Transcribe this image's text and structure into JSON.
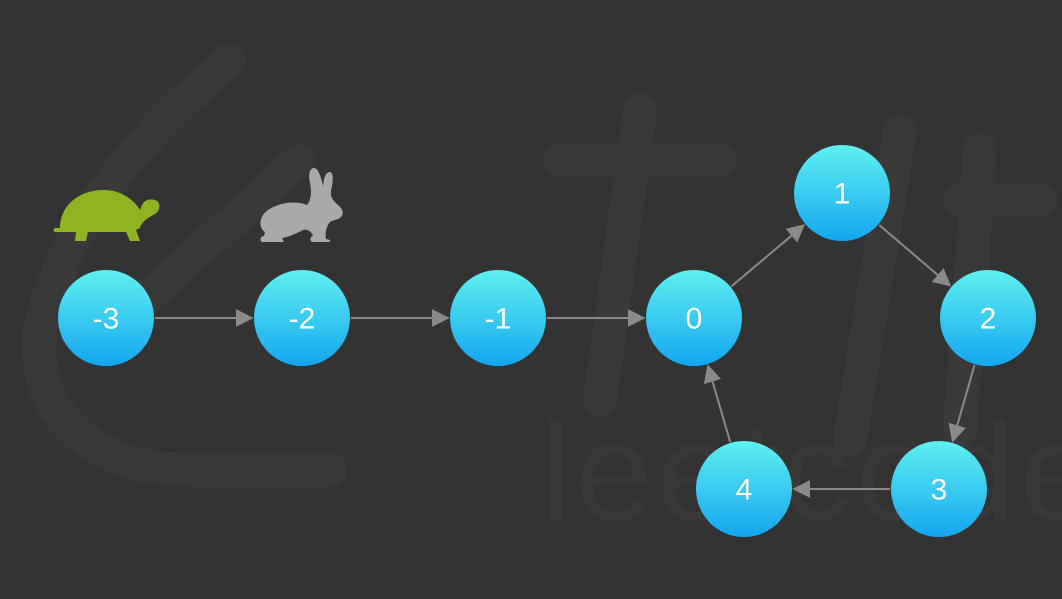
{
  "colors": {
    "background": "#333333",
    "node_top": "#5ff0f0",
    "node_bottom": "#14a6f0",
    "edge": "#8a8a8a",
    "tortoise": "#8fb321",
    "hare": "#a9a9a9",
    "watermark": "#3a3a3a"
  },
  "icons": {
    "tortoise": "tortoise-icon",
    "hare": "hare-icon",
    "watermark": "leetcode-watermark"
  },
  "nodes": [
    {
      "label": "-3"
    },
    {
      "label": "-2"
    },
    {
      "label": "-1"
    },
    {
      "label": "0"
    },
    {
      "label": "1"
    },
    {
      "label": "2"
    },
    {
      "label": "3"
    },
    {
      "label": "4"
    }
  ],
  "edges": [
    {
      "from": "-3",
      "to": "-2"
    },
    {
      "from": "-2",
      "to": "-1"
    },
    {
      "from": "-1",
      "to": "0"
    },
    {
      "from": "0",
      "to": "1"
    },
    {
      "from": "1",
      "to": "2"
    },
    {
      "from": "2",
      "to": "3"
    },
    {
      "from": "3",
      "to": "4"
    },
    {
      "from": "4",
      "to": "0"
    }
  ],
  "pointers": {
    "tortoise_at": "-3",
    "hare_at": "-2"
  }
}
